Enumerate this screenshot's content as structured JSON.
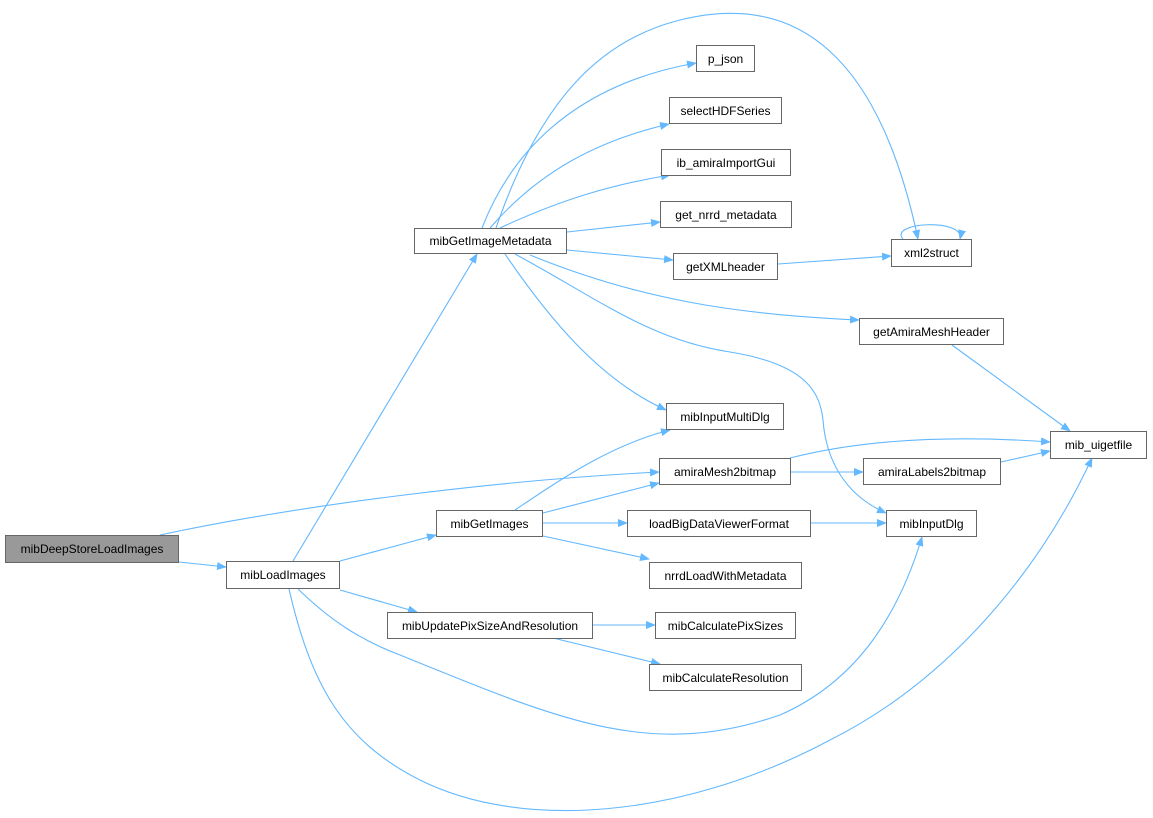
{
  "nodes": {
    "root": "mibDeepStoreLoadImages",
    "load_images": "mibLoadImages",
    "get_image_metadata": "mibGetImageMetadata",
    "p_json": "p_json",
    "select_hdf_series": "selectHDFSeries",
    "ib_amira_import_gui": "ib_amiraImportGui",
    "get_nrrd_metadata": "get_nrrd_metadata",
    "get_xml_header": "getXMLheader",
    "xml2struct": "xml2struct",
    "get_amira_mesh_header": "getAmiraMeshHeader",
    "input_multi_dlg": "mibInputMultiDlg",
    "amira_mesh2bitmap": "amiraMesh2bitmap",
    "amira_labels2bitmap": "amiraLabels2bitmap",
    "uigetfile": "mib_uigetfile",
    "get_images": "mibGetImages",
    "load_big_data": "loadBigDataViewerFormat",
    "input_dlg": "mibInputDlg",
    "nrrd_load": "nrrdLoadWithMetadata",
    "update_pix": "mibUpdatePixSizeAndResolution",
    "calc_pix_sizes": "mibCalculatePixSizes",
    "calc_resolution": "mibCalculateResolution"
  },
  "colors": {
    "edge": "#63b8ff",
    "root_fill": "#999999",
    "border": "#666666"
  }
}
